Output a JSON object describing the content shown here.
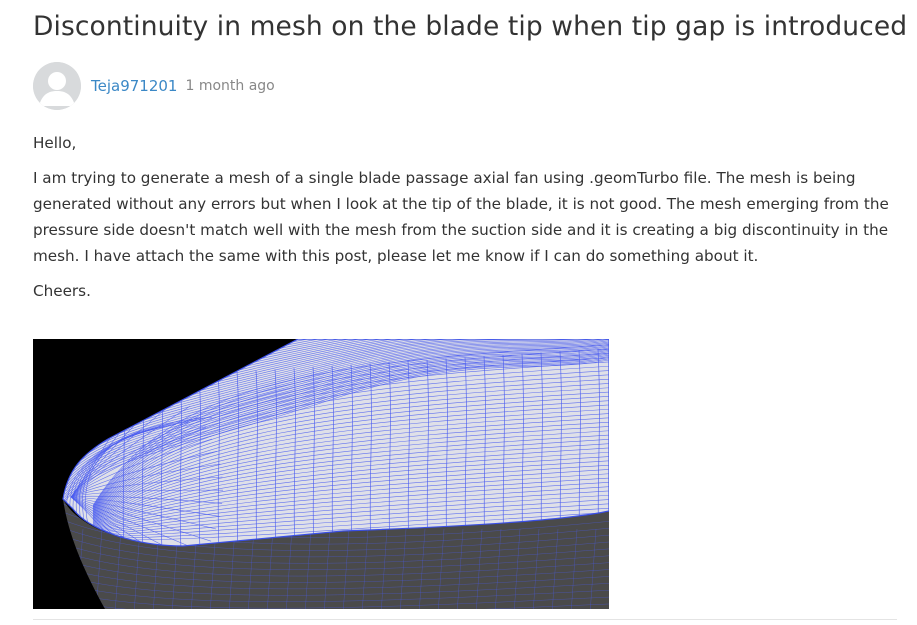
{
  "post": {
    "title": "Discontinuity in mesh on the blade tip when tip gap is introduced",
    "author": "Teja971201",
    "time": "1 month ago",
    "paragraphs": [
      "Hello,",
      "I am trying to generate a mesh of a single blade passage axial fan using .geomTurbo file. The mesh is being generated without any errors but when I look at the tip of the blade, it is not good. The mesh emerging from the pressure side doesn't match well with the mesh from the suction side and it is creating a big discontinuity in the mesh. I have attach the same with this post, please let me know if I can do something about it.",
      "Cheers."
    ]
  },
  "colors": {
    "author_link": "#3b88c6",
    "mesh_lines": "#4a5cf0",
    "mesh_surface": "#dfe0e8",
    "background_dark": "#000000",
    "blade_side": "#4a4a4a"
  },
  "icons": {
    "avatar": "default-user-avatar-icon"
  }
}
